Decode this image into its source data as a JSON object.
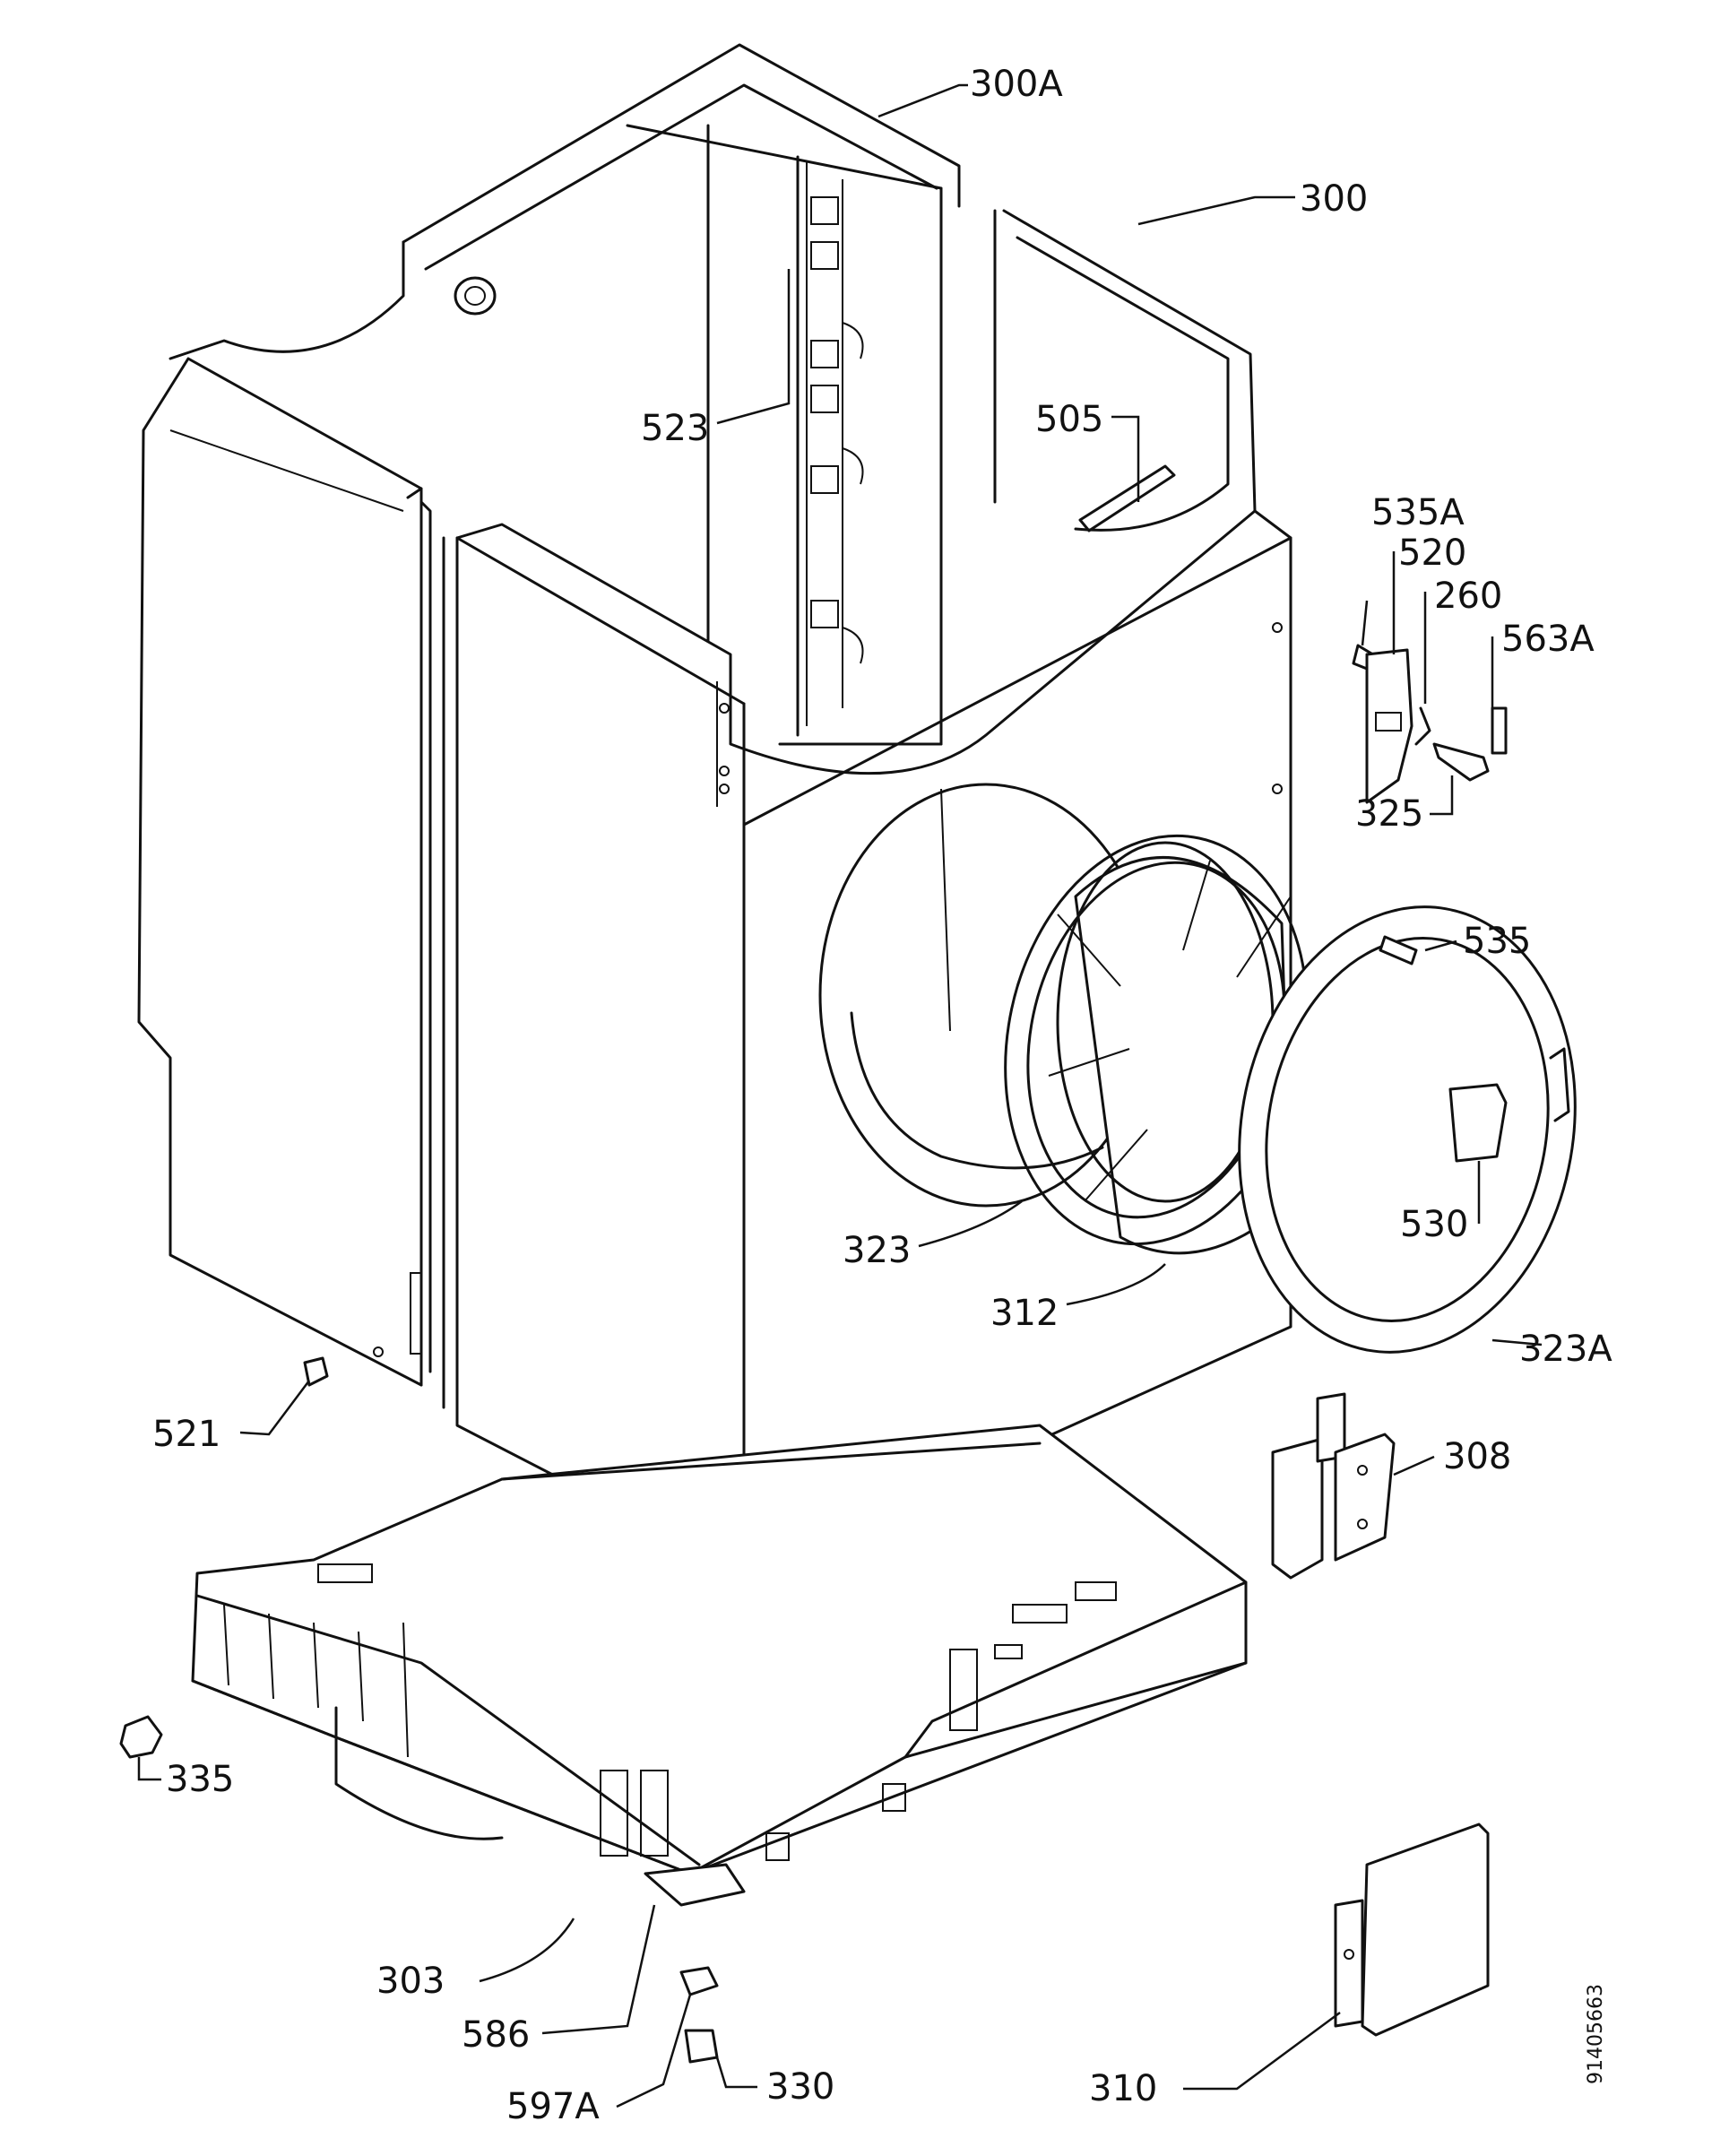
{
  "labels": {
    "l300A": "300A",
    "l300": "300",
    "l523": "523",
    "l505": "505",
    "l535A": "535A",
    "l520": "520",
    "l260": "260",
    "l563A": "563A",
    "l325": "325",
    "l535": "535",
    "l530": "530",
    "l323": "323",
    "l312": "312",
    "l323A": "323A",
    "l521": "521",
    "l308": "308",
    "l335": "335",
    "l303": "303",
    "l586": "586",
    "l597A": "597A",
    "l330": "330",
    "l310": "310"
  },
  "doc_number": "91405663"
}
